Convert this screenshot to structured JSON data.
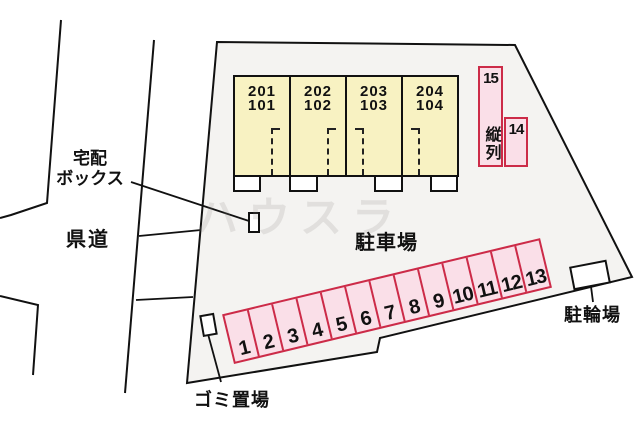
{
  "watermark": "ハウスラ",
  "labels": {
    "road": "県道",
    "parking_lot": "駐車場",
    "bicycle_parking": "駐輪場",
    "garbage": "ゴミ置場",
    "delivery_box_l1": "宅配",
    "delivery_box_l2": "ボックス"
  },
  "building_units": [
    {
      "upper": "201",
      "lower": "101"
    },
    {
      "upper": "202",
      "lower": "102"
    },
    {
      "upper": "203",
      "lower": "103"
    },
    {
      "upper": "204",
      "lower": "104"
    }
  ],
  "parking_stalls": [
    "1",
    "2",
    "3",
    "4",
    "5",
    "6",
    "7",
    "8",
    "9",
    "10",
    "11",
    "12",
    "13"
  ],
  "tandem": {
    "label": "縦列",
    "stall_15": "15",
    "stall_14": "14"
  },
  "colors": {
    "site_fill": "#f4f3f1",
    "building_fill": "#f8f2c2",
    "stall_fill": "#fadfe8",
    "stall_border": "#cc2b48",
    "line": "#111111"
  }
}
